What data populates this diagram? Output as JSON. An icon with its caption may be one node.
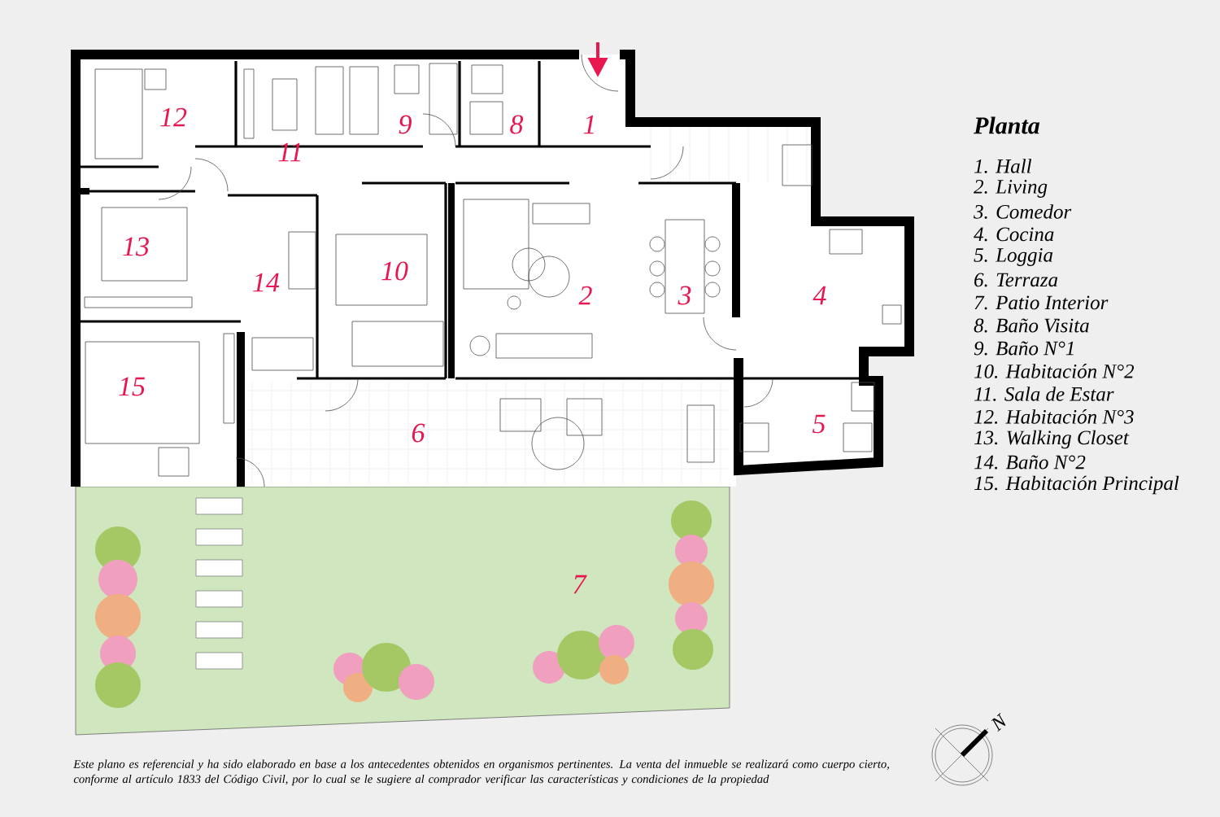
{
  "diagram": {
    "title": "Planta",
    "caption": "Este plano es referencial y ha sido elaborado en base a los antecedentes obtenidos en organismos pertinentes.  La venta del inmueble se realizará como cuerpo cierto, conforme al artículo 1833 del Código Civil, por lo cual se le sugiere al comprador verificar las características y condiciones de la propiedad",
    "labels": [
      "12",
      "9",
      "8",
      "1",
      "11",
      "13",
      "10",
      "14",
      "2",
      "3",
      "4",
      "15",
      "5",
      "6",
      "7",
      "1. Hall",
      "2. Living",
      "3. Comedor",
      "4. Cocina",
      "5. Loggia",
      "6. Terraza",
      "7. Patio Interior",
      "8. Baño Visita",
      "9. Baño N°1",
      "10. Habitación N°2",
      "11. Sala de Estar",
      "12. Habitación N°3",
      "13. Walking Closet",
      "14. Baño N°2",
      "15. Habitación Principal",
      "N"
    ]
  }
}
